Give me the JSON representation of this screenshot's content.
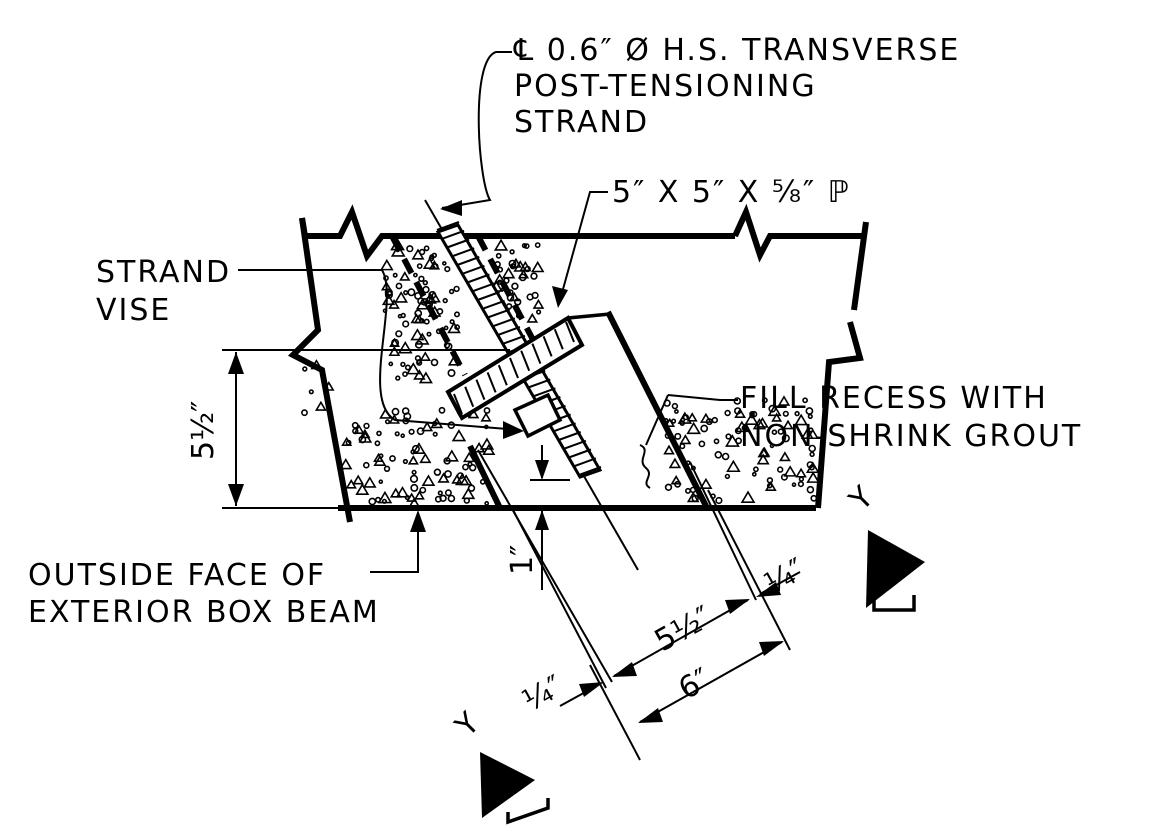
{
  "labels": {
    "strand_line1": "℄ 0.6″ Ø H.S. TRANSVERSE",
    "strand_line2": "POST-TENSIONING",
    "strand_line3": "STRAND",
    "plate": "5″ X 5″ X ⅝″ ℙ",
    "vise_line1": "STRAND",
    "vise_line2": "VISE",
    "grout_line1": "FILL RECESS WITH",
    "grout_line2": "NON-SHRINK GROUT",
    "face_line1": "OUTSIDE FACE OF",
    "face_line2": "EXTERIOR BOX BEAM"
  },
  "dimensions": {
    "depth": "5½″",
    "offset": "1″",
    "plate_gap_left": "¼″",
    "plate_gap_right": "¼″",
    "plate_width": "5½″",
    "recess_width": "6″"
  },
  "section_marks": {
    "upper": "Y",
    "lower": "Y"
  },
  "colors": {
    "ink": "#000000",
    "paper": "#ffffff"
  }
}
